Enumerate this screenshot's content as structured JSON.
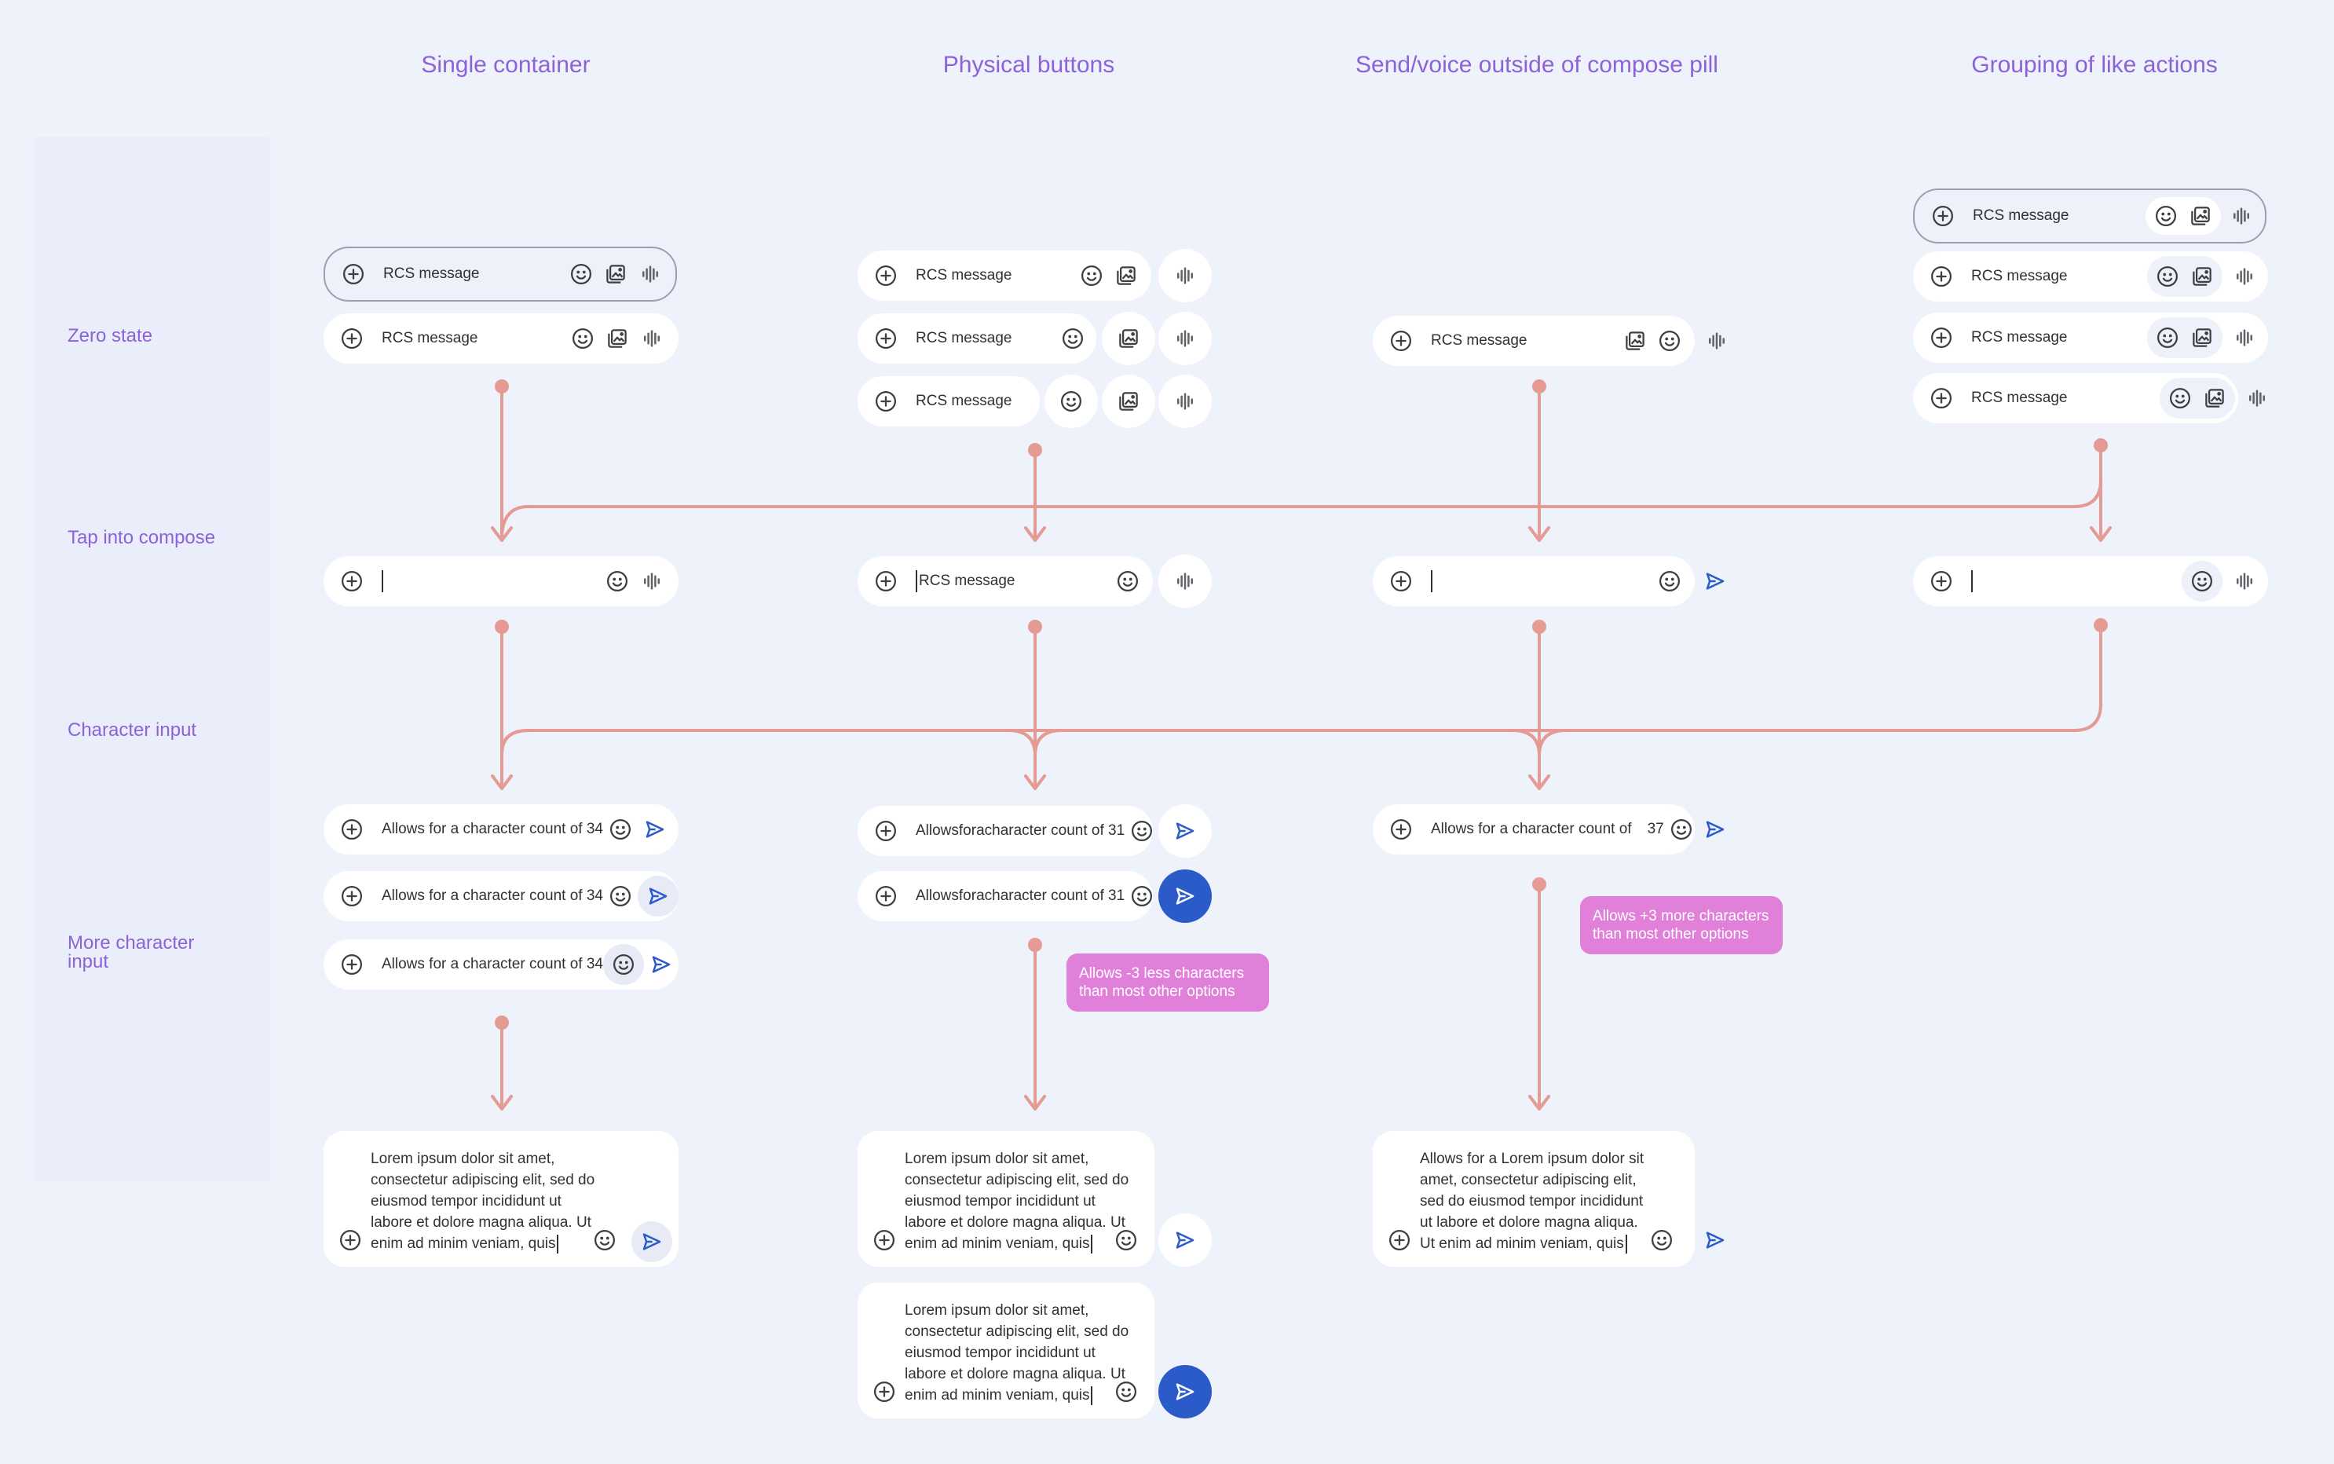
{
  "columns": [
    "Single container",
    "Physical buttons",
    "Send/voice outside of compose pill",
    "Grouping of like actions"
  ],
  "rows": [
    "Zero state",
    "Tap into compose",
    "Character input",
    "More character\ninput"
  ],
  "placeholder": "RCS message",
  "char_input": {
    "single": "Allows for a character count of 34",
    "physical": "Allowsforacharacter count of 31",
    "outside_prefix": "Allows for a character count of",
    "outside_count": "37"
  },
  "notes": {
    "physical": "Allows -3 less characters than most other options",
    "outside": "Allows +3 more characters than most other options"
  },
  "lorem": "Lorem ipsum dolor sit amet, consectetur adipiscing elit, sed do eiusmod tempor incididunt ut labore et dolore magna aliqua. Ut enim ad minim veniam, quis",
  "lorem_outside": "Allows for a Lorem ipsum dolor sit amet, consectetur adipiscing elit, sed do eiusmod tempor incididunt ut labore et dolore magna aliqua. Ut enim ad minim veniam, quis",
  "icons": {
    "add": "add-circle-icon",
    "emoji": "emoji-icon",
    "gallery": "gallery-icon",
    "voice": "voice-waveform-icon",
    "send": "send-icon"
  },
  "colors": {
    "background": "#eef2fb",
    "heading": "#8c62d9",
    "connector": "#e59a93",
    "send_blue": "#2a5bc8",
    "note": "#e180d9"
  }
}
